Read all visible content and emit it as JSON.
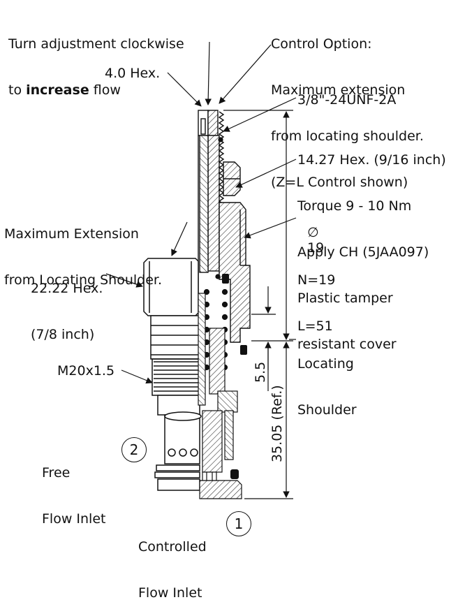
{
  "labels": {
    "turn_line1": "Turn adjustment clockwise",
    "turn_to": "to ",
    "turn_bold": "increase",
    "turn_flow": " flow",
    "control_option_1": "Control Option:",
    "control_option_2": "Maximum extension",
    "control_option_3": "from locating shoulder.",
    "control_option_4": "(Z=L Control shown)",
    "hex_4": "4.0 Hex.",
    "thread_unf": "3/8\"-24UNF-2A",
    "hex_1427_1": "14.27 Hex. (9/16 inch)",
    "hex_1427_2": "Torque 9 - 10 Nm",
    "hex_1427_3": "Apply CH (5JAA097)",
    "hex_1427_4": "Plastic tamper",
    "hex_1427_5": "resistant cover",
    "dia_symbol": "∅",
    "dia_value": "19",
    "n_value": "N=19",
    "l_value": "L=51",
    "max_ext_1": "Maximum Extension",
    "max_ext_2": "from Locating Shoulder.",
    "hex_2222_1": "22.22 Hex.",
    "hex_2222_2": "(7/8 inch)",
    "locating_1": "Locating",
    "locating_2": "Shoulder",
    "thread_m20": "M20x1.5",
    "dim_55": "5.5",
    "dim_3505": "35.05 (Ref.)",
    "free_1": "Free",
    "free_2": "Flow Inlet",
    "port_2": "2",
    "controlled_1": "Controlled",
    "controlled_2": "Flow Inlet",
    "port_1": "1"
  }
}
